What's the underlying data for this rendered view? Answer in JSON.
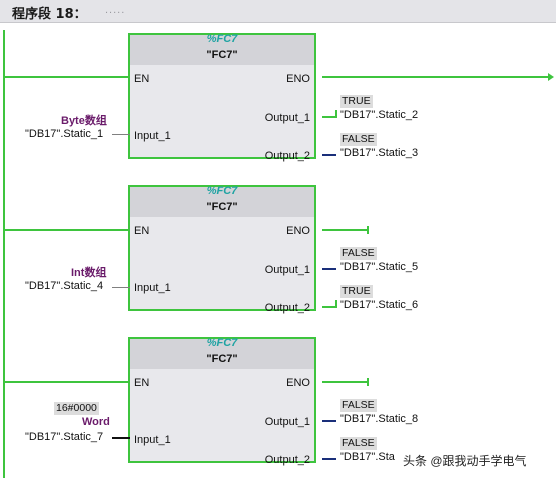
{
  "network": {
    "title": "程序段 18：",
    "comment": "....."
  },
  "blocks": [
    {
      "instance": "%FC7",
      "name": "\"FC7\"",
      "pins": {
        "en": "EN",
        "eno": "ENO",
        "input": "Input_1",
        "out1": "Output_1",
        "out2": "Output_2"
      },
      "input_type": "Byte数组",
      "input_const": "",
      "input_operand": "\"DB17\".Static_1",
      "out1_value": "TRUE",
      "out1_operand": "\"DB17\".Static_2",
      "out2_value": "FALSE",
      "out2_operand": "\"DB17\".Static_3"
    },
    {
      "instance": "%FC7",
      "name": "\"FC7\"",
      "pins": {
        "en": "EN",
        "eno": "ENO",
        "input": "Input_1",
        "out1": "Output_1",
        "out2": "Output_2"
      },
      "input_type": "Int数组",
      "input_const": "",
      "input_operand": "\"DB17\".Static_4",
      "out1_value": "FALSE",
      "out1_operand": "\"DB17\".Static_5",
      "out2_value": "TRUE",
      "out2_operand": "\"DB17\".Static_6"
    },
    {
      "instance": "%FC7",
      "name": "\"FC7\"",
      "pins": {
        "en": "EN",
        "eno": "ENO",
        "input": "Input_1",
        "out1": "Output_1",
        "out2": "Output_2"
      },
      "input_type": "Word",
      "input_const": "16#0000",
      "input_operand": "\"DB17\".Static_7",
      "out1_value": "FALSE",
      "out1_operand": "\"DB17\".Static_8",
      "out2_value": "FALSE",
      "out2_operand": "\"DB17\".Sta"
    }
  ],
  "watermark": "头条 @跟我动手学电气",
  "colors": {
    "wire": "#3ec43e",
    "instance": "#1fa3a3",
    "datatype": "#6a1b6a",
    "header": "#e4e4e8"
  }
}
